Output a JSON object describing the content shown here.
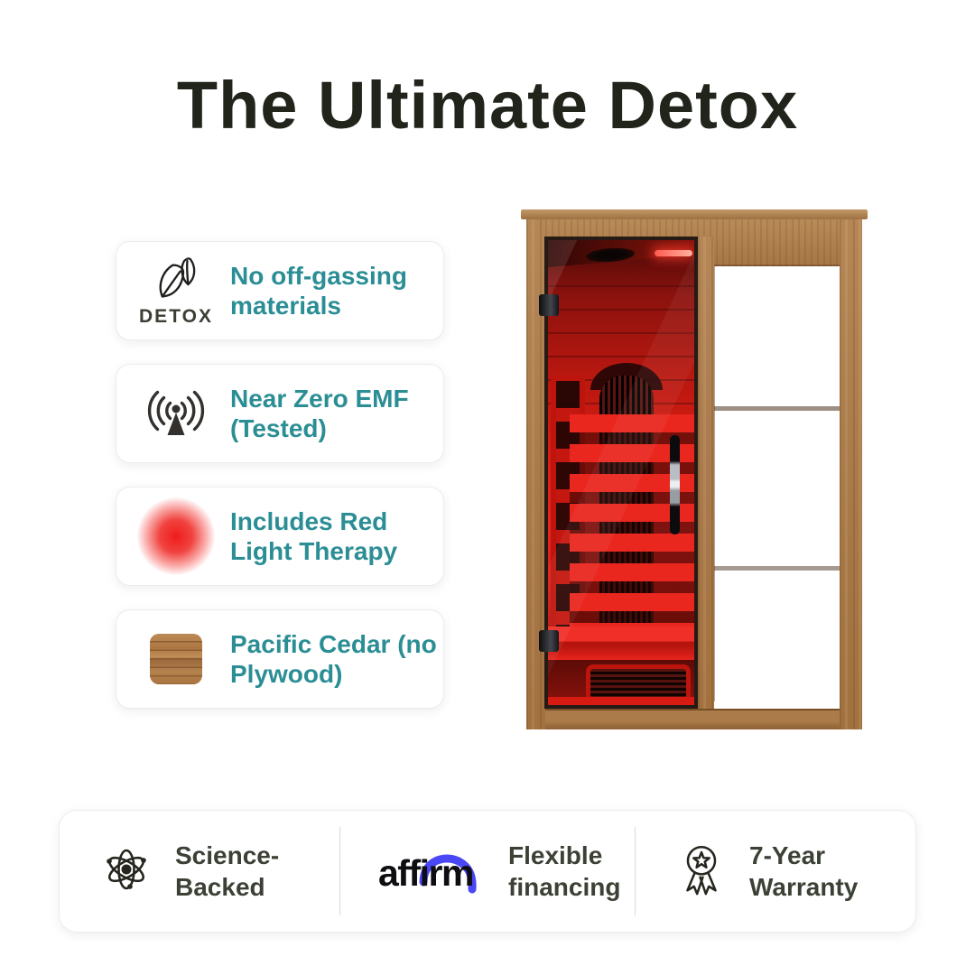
{
  "page": {
    "title": "The Ultimate Detox"
  },
  "features": [
    {
      "icon": "detox-leaves-icon",
      "badge": "DETOX",
      "text": "No off-gassing materials"
    },
    {
      "icon": "emf-antenna-icon",
      "text": "Near Zero EMF (Tested)"
    },
    {
      "icon": "red-light-glow-icon",
      "text": "Includes Red Light Therapy"
    },
    {
      "icon": "cedar-wood-swatch-icon",
      "text": "Pacific Cedar (no Plywood)"
    }
  ],
  "footer": {
    "items": [
      {
        "icon": "atom-icon",
        "text": "Science-Backed"
      },
      {
        "icon": "affirm-logo",
        "logo_word": "affirm",
        "text": "Flexible financing"
      },
      {
        "icon": "award-ribbon-icon",
        "text": "7-Year Warranty"
      }
    ]
  },
  "colors": {
    "accent_teal": "#2B8E95",
    "title": "#20241B",
    "footer_text": "#3C4136",
    "affirm_blue": "#4A48F5",
    "red_glow": "#EE1D1B"
  }
}
